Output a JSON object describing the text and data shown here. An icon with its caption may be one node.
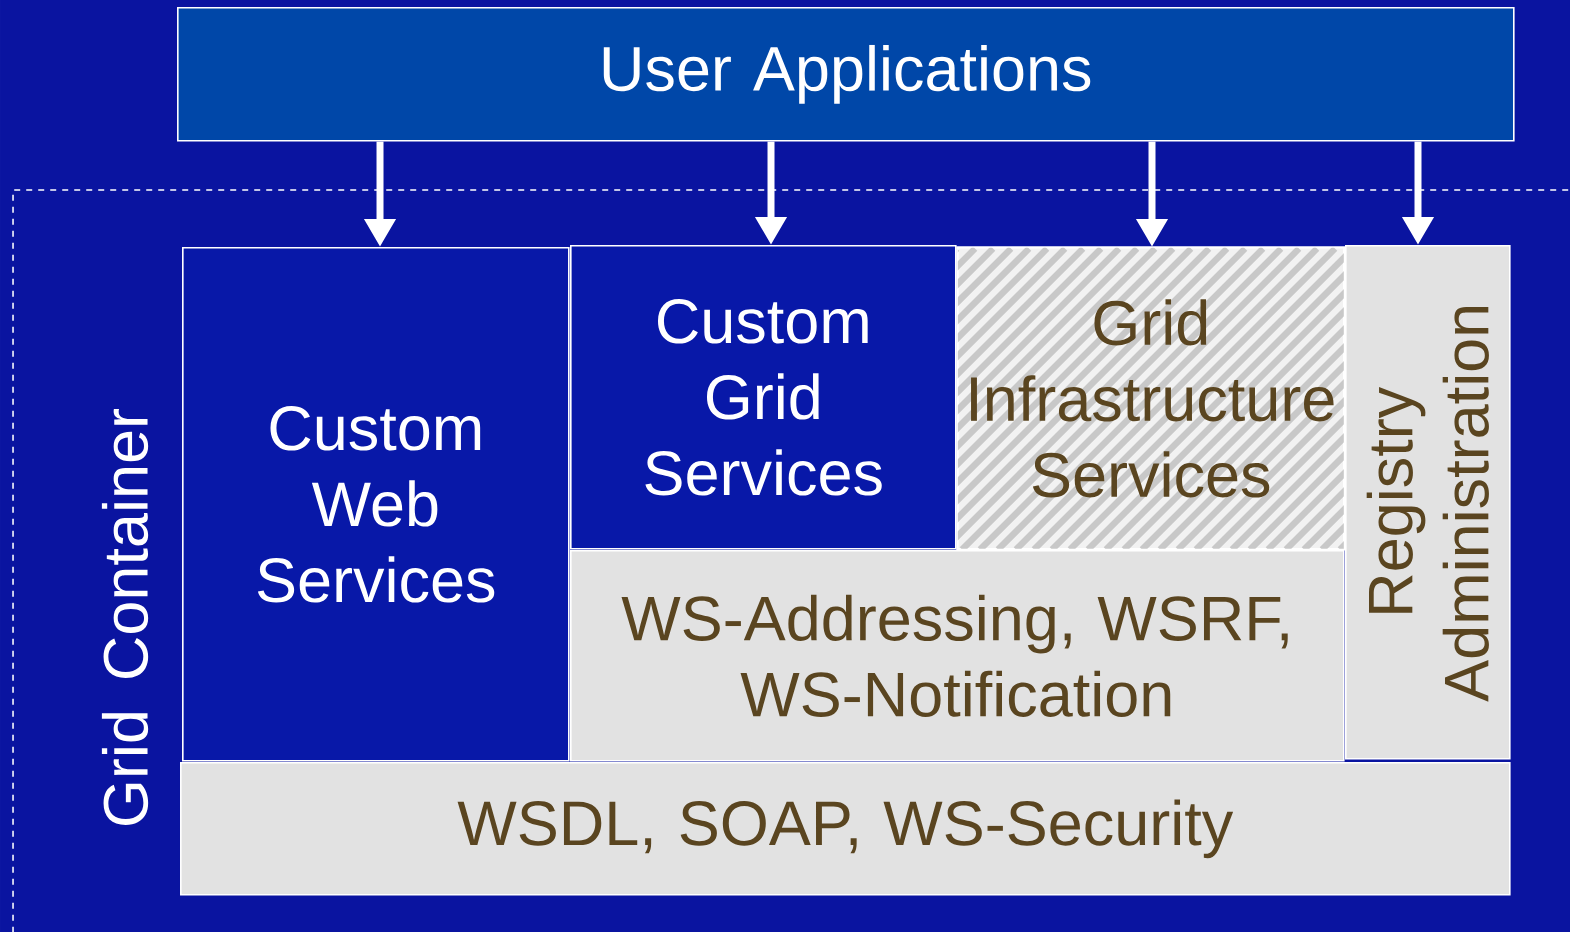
{
  "diagram": {
    "nodes": [
      {
        "text": [
          "User Applications"
        ]
      },
      {
        "text": [
          "Grid Container"
        ]
      },
      {
        "text": [
          "Custom Web Services"
        ],
        "in": 1
      },
      {
        "text": [
          "Custom Grid Services"
        ],
        "in": 1
      },
      {
        "text": [
          "Grid Infrastructure Services"
        ],
        "in": 1
      },
      {
        "text": [
          "Registry Administration"
        ],
        "in": 1
      },
      {
        "text": [
          "WS-Addressing, WSRF, WS-Notification"
        ],
        "in": 1
      },
      {
        "text": [
          "WSDL, SOAP, WS-Security"
        ],
        "in": 1
      }
    ],
    "edges": [
      {
        "from": 0,
        "to": 2,
        "arrow": "to"
      },
      {
        "from": 0,
        "to": 3,
        "arrow": "to"
      },
      {
        "from": 0,
        "to": 4,
        "arrow": "to"
      },
      {
        "from": 0,
        "to": 5,
        "arrow": "to"
      }
    ]
  }
}
